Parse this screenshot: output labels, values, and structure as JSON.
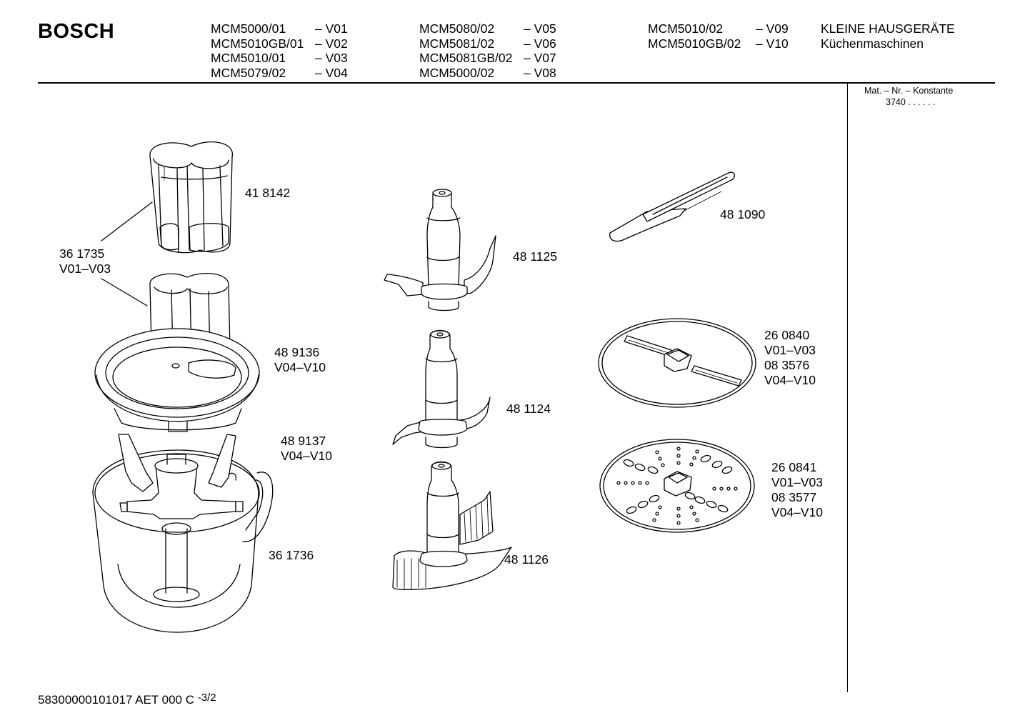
{
  "header": {
    "brand": "BOSCH",
    "models_col1": [
      "MCM5000/01",
      "MCM5010GB/01",
      "MCM5010/01",
      "MCM5079/02"
    ],
    "variants_col1": [
      "– V01",
      "– V02",
      "– V03",
      "– V04"
    ],
    "models_col2": [
      "MCM5080/02",
      "MCM5081/02",
      "MCM5081GB/02",
      "MCM5000/02"
    ],
    "variants_col2": [
      "– V05",
      "– V06",
      "– V07",
      "– V08"
    ],
    "models_col3": [
      "MCM5010/02",
      "MCM5010GB/02"
    ],
    "variants_col3": [
      "– V09",
      "– V10"
    ],
    "category": "KLEINE HAUSGERÄTE",
    "subcategory": "Küchenmaschinen"
  },
  "side_note": {
    "label": "Mat. – Nr. – Konstante",
    "value": "3740 . . . . . ."
  },
  "parts": {
    "pusher_number": "41 8142",
    "feed_tube_number": "36 1735",
    "feed_tube_variant": "V01–V03",
    "lid_number": "48 9136",
    "lid_variant": "V04–V10",
    "drive_number": "48 9137",
    "drive_variant": "V04–V10",
    "bowl_number": "36 1736",
    "knife_upper_number": "48 1125",
    "knife_middle_number": "48 1124",
    "knife_lower_number": "48 1126",
    "spatula_number": "48 1090",
    "slicing_disc_number": "26 0840",
    "slicing_disc_variant_a": "V01–V03",
    "slicing_disc_number_b": "08 3576",
    "slicing_disc_variant_b": "V04–V10",
    "grating_disc_number": "26 0841",
    "grating_disc_variant_a": "V01–V03",
    "grating_disc_number_b": "08 3577",
    "grating_disc_variant_b": "V04–V10"
  },
  "footer": {
    "document_code": "58300000101017 AET 000 C",
    "page": "-3/2"
  }
}
